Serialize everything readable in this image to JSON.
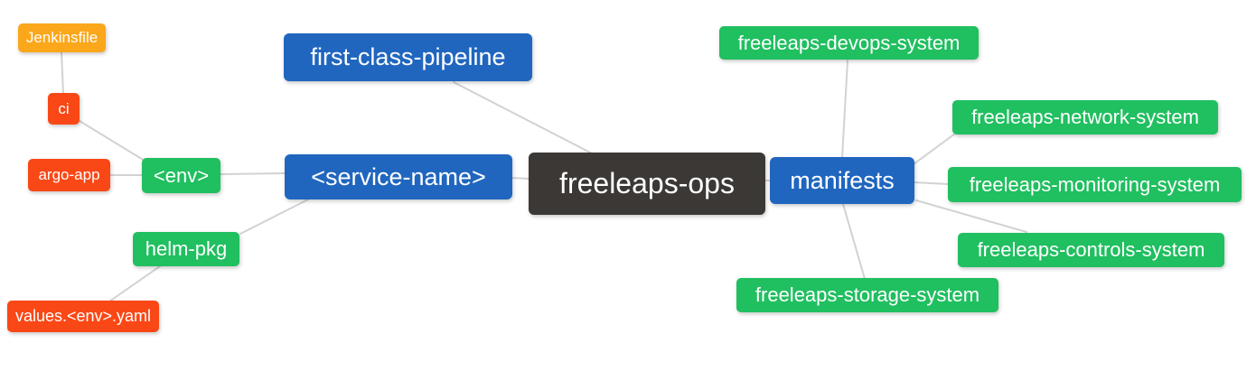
{
  "palette": {
    "background": "#FFFFFF",
    "root_node": "#3B3836",
    "branch_blue": "#2066BF",
    "leaf_green": "#20BF60",
    "leaf_red": "#F94816",
    "leaf_amber": "#FBA71B",
    "edge_gray": "#D2D2D2",
    "node_text": "#FFFFFF"
  },
  "diagram": {
    "type": "mindmap",
    "root": "freeleaps_ops",
    "nodes": {
      "freeleaps_ops": {
        "label": "freeleaps-ops",
        "color": "#3B3836"
      },
      "first_class_pipeline": {
        "label": "first-class-pipeline",
        "color": "#2066BF"
      },
      "service_name": {
        "label": "<service-name>",
        "color": "#2066BF"
      },
      "manifests": {
        "label": "manifests",
        "color": "#2066BF"
      },
      "env": {
        "label": "<env>",
        "color": "#20BF60"
      },
      "helm_pkg": {
        "label": "helm-pkg",
        "color": "#20BF60"
      },
      "ci": {
        "label": "ci",
        "color": "#F94816"
      },
      "argo_app": {
        "label": "argo-app",
        "color": "#F94816"
      },
      "values_env_yaml": {
        "label": "values.<env>.yaml",
        "color": "#F94816"
      },
      "jenkinsfile": {
        "label": "Jenkinsfile",
        "color": "#FBA71B"
      },
      "freeleaps_devops_system": {
        "label": "freeleaps-devops-system",
        "color": "#20BF60"
      },
      "freeleaps_network_system": {
        "label": "freeleaps-network-system",
        "color": "#20BF60"
      },
      "freeleaps_monitoring_system": {
        "label": "freeleaps-monitoring-system",
        "color": "#20BF60"
      },
      "freeleaps_controls_system": {
        "label": "freeleaps-controls-system",
        "color": "#20BF60"
      },
      "freeleaps_storage_system": {
        "label": "freeleaps-storage-system",
        "color": "#20BF60"
      }
    },
    "edges": [
      {
        "from": "jenkinsfile",
        "to": "ci"
      },
      {
        "from": "ci",
        "to": "env"
      },
      {
        "from": "argo_app",
        "to": "env"
      },
      {
        "from": "env",
        "to": "service_name"
      },
      {
        "from": "helm_pkg",
        "to": "service_name"
      },
      {
        "from": "values_env_yaml",
        "to": "helm_pkg"
      },
      {
        "from": "first_class_pipeline",
        "to": "freeleaps_ops"
      },
      {
        "from": "service_name",
        "to": "freeleaps_ops"
      },
      {
        "from": "manifests",
        "to": "freeleaps_ops"
      },
      {
        "from": "freeleaps_devops_system",
        "to": "manifests"
      },
      {
        "from": "freeleaps_network_system",
        "to": "manifests"
      },
      {
        "from": "freeleaps_monitoring_system",
        "to": "manifests"
      },
      {
        "from": "freeleaps_controls_system",
        "to": "manifests"
      },
      {
        "from": "freeleaps_storage_system",
        "to": "manifests"
      }
    ]
  }
}
